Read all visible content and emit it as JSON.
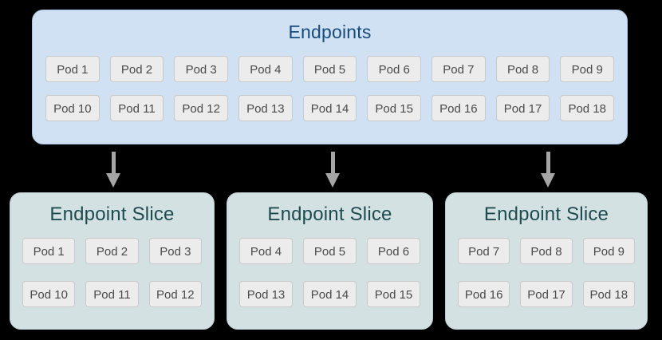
{
  "endpoints": {
    "title": "Endpoints",
    "rows": [
      [
        "Pod 1",
        "Pod 2",
        "Pod 3",
        "Pod 4",
        "Pod 5",
        "Pod 6",
        "Pod 7",
        "Pod 8",
        "Pod 9"
      ],
      [
        "Pod 10",
        "Pod 11",
        "Pod 12",
        "Pod 13",
        "Pod 14",
        "Pod 15",
        "Pod 16",
        "Pod 17",
        "Pod 18"
      ]
    ]
  },
  "slices": [
    {
      "title": "Endpoint Slice",
      "rows": [
        [
          "Pod 1",
          "Pod 2",
          "Pod 3"
        ],
        [
          "Pod 10",
          "Pod 11",
          "Pod 12"
        ]
      ]
    },
    {
      "title": "Endpoint Slice",
      "rows": [
        [
          "Pod 4",
          "Pod 5",
          "Pod 6"
        ],
        [
          "Pod 13",
          "Pod 14",
          "Pod 15"
        ]
      ]
    },
    {
      "title": "Endpoint Slice",
      "rows": [
        [
          "Pod 7",
          "Pod 8",
          "Pod 9"
        ],
        [
          "Pod 16",
          "Pod 17",
          "Pod 18"
        ]
      ]
    }
  ],
  "icons": {
    "arrow": "down-arrow"
  },
  "colors": {
    "background": "#000000",
    "endpoints_fill": "#cfe1f3",
    "endpoints_border": "#a9c4e0",
    "endpoints_title_text": "#174b7d",
    "slice_fill": "#d3e1e3",
    "slice_border": "#b7ccd0",
    "slice_title_text": "#1d4b50",
    "pod_fill": "#ececec",
    "pod_border": "#c9c9c9",
    "pod_text": "#4a4a4a",
    "arrow": "#a5a5a5"
  }
}
